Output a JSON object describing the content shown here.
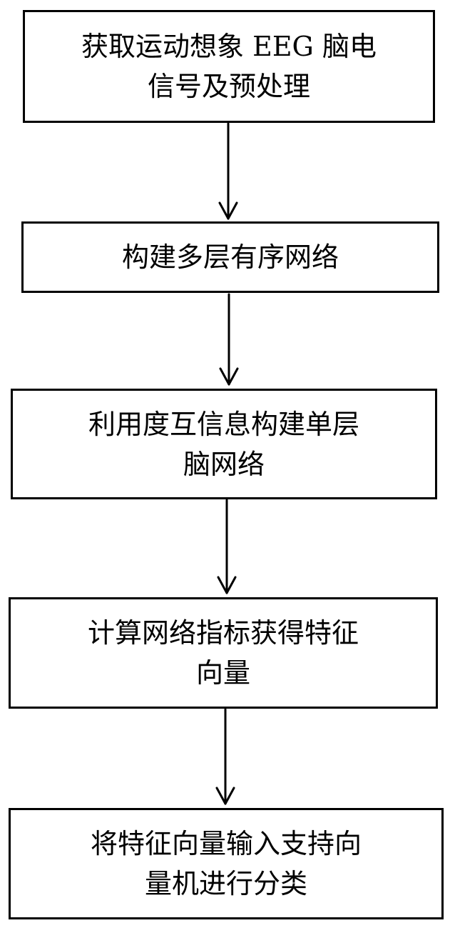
{
  "flowchart": {
    "steps": [
      {
        "lines": [
          "获取运动想象 EEG 脑电",
          "信号及预处理"
        ]
      },
      {
        "lines": [
          "构建多层有序网络"
        ]
      },
      {
        "lines": [
          "利用度互信息构建单层",
          "脑网络"
        ]
      },
      {
        "lines": [
          "计算网络指标获得特征",
          "向量"
        ]
      },
      {
        "lines": [
          "将特征向量输入支持向",
          "量机进行分类"
        ]
      }
    ]
  }
}
